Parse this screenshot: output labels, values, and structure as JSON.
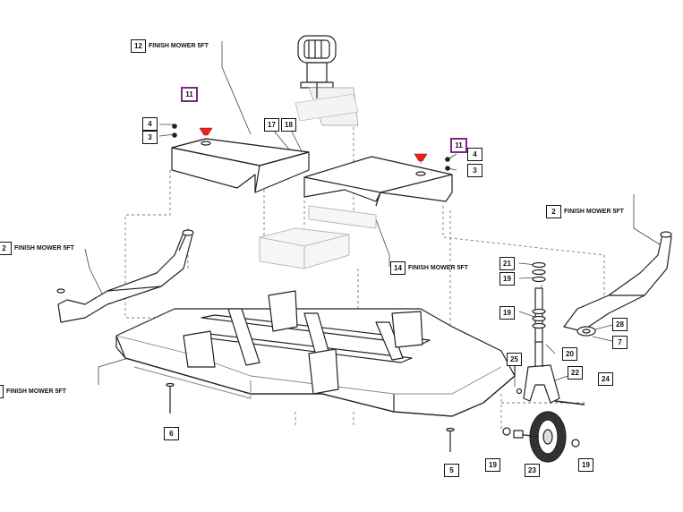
{
  "colors": {
    "line": "#222222",
    "dash": "#777777",
    "highlight": "#7b2a84",
    "red_part": "#e8231c",
    "shade": "#e6e6e6"
  },
  "callouts": {
    "c12": {
      "num": "12",
      "label": "FINISH MOWER 5FT"
    },
    "c11a": {
      "num": "11"
    },
    "c11b": {
      "num": "11"
    },
    "c4a": {
      "num": "4"
    },
    "c3a": {
      "num": "3"
    },
    "c17": {
      "num": "17"
    },
    "c18": {
      "num": "18"
    },
    "c4b": {
      "num": "4"
    },
    "c3b": {
      "num": "3"
    },
    "c2r": {
      "num": "2",
      "label": "FINISH MOWER 5FT"
    },
    "c2l": {
      "num": "2",
      "label": "FINISH MOWER 5FT"
    },
    "c14": {
      "num": "14",
      "label": "FINISH MOWER 5FT"
    },
    "c21": {
      "num": "21"
    },
    "c19a": {
      "num": "19"
    },
    "c19b": {
      "num": "19"
    },
    "c28": {
      "num": "28"
    },
    "c7": {
      "num": "7"
    },
    "c20": {
      "num": "20"
    },
    "c25": {
      "num": "25"
    },
    "c22": {
      "num": "22"
    },
    "c24": {
      "num": "24"
    },
    "c1": {
      "label": "FINISH MOWER 5FT"
    },
    "c6": {
      "num": "6"
    },
    "c5": {
      "num": "5"
    },
    "c19c": {
      "num": "19"
    },
    "c23": {
      "num": "23"
    },
    "c19d": {
      "num": "19"
    }
  }
}
